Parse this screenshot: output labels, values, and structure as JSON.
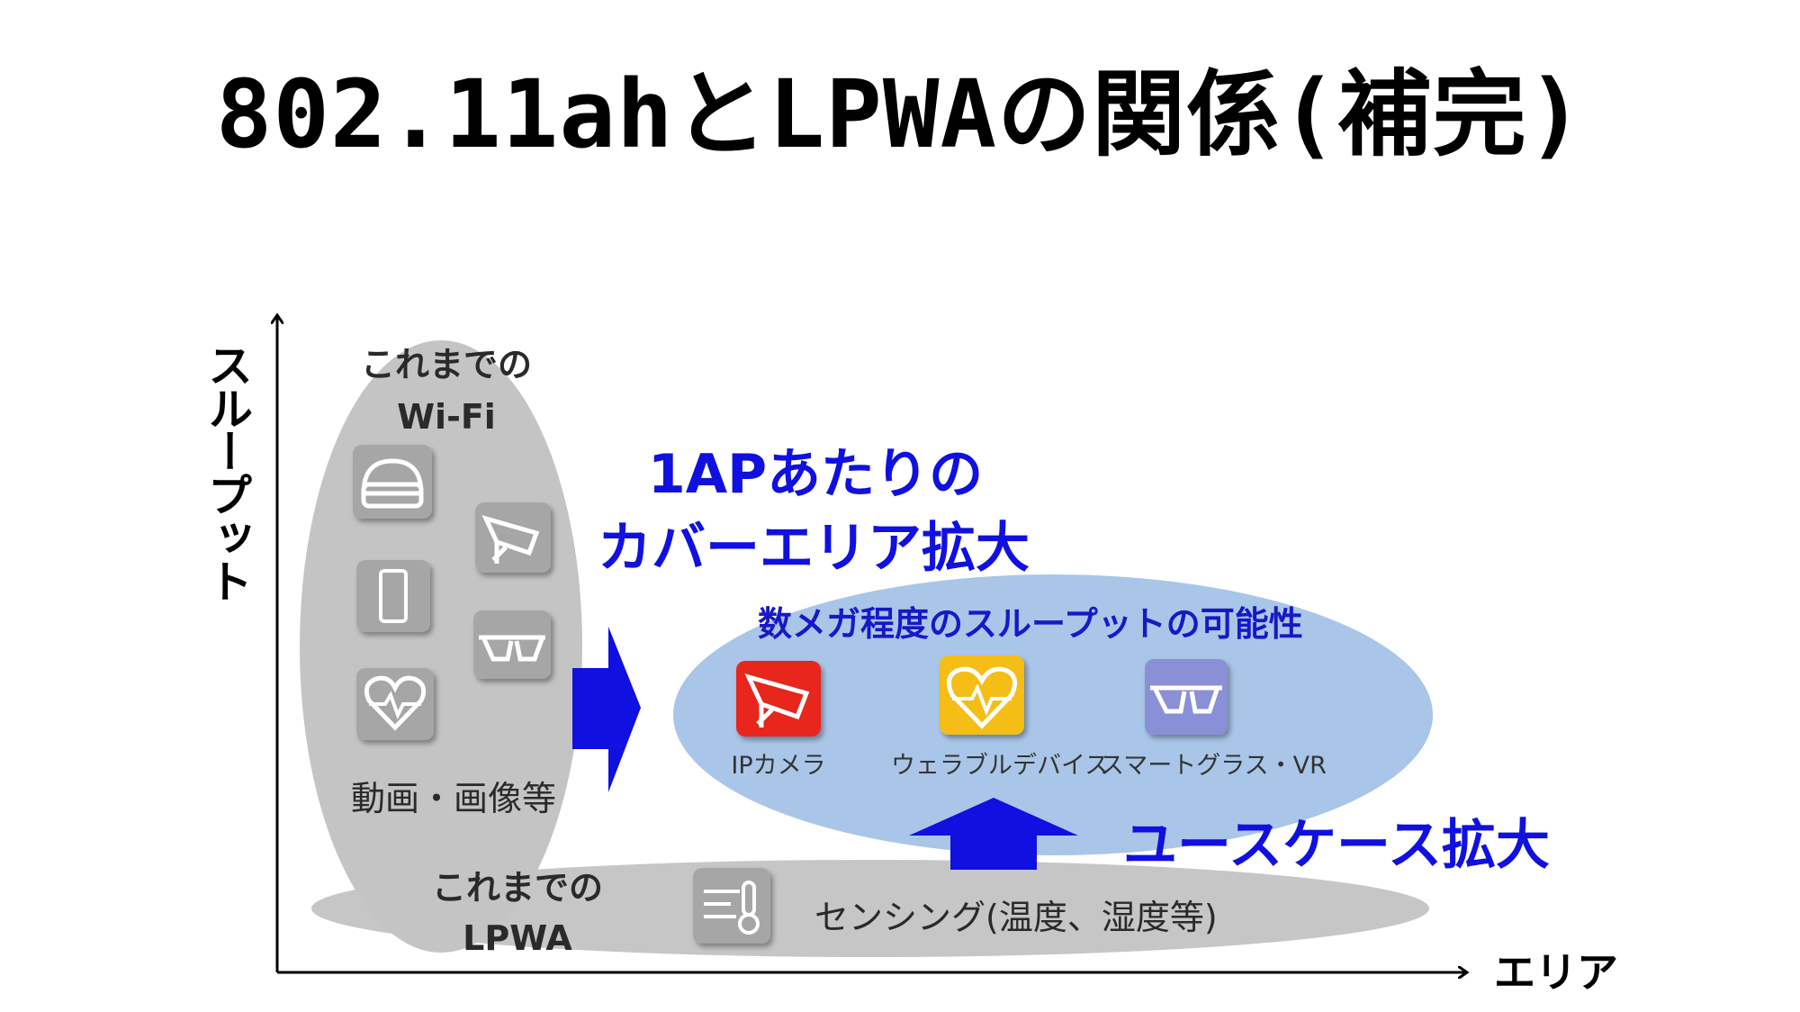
{
  "title": "802.11ahとLPWAの関係(補完)",
  "axes": {
    "y_label": "スループット",
    "x_label": "エリア"
  },
  "wifi": {
    "label_line1": "これまでの",
    "label_line2": "Wi-Fi",
    "caption": "動画・画像等",
    "icons": [
      "vr-headset-icon",
      "security-camera-icon",
      "smartphone-icon",
      "smart-glasses-icon",
      "heart-rate-icon"
    ]
  },
  "lpwa": {
    "label_line1": "これまでの",
    "label_line2": "LPWA",
    "caption": "センシング(温度、湿度等)",
    "icon": "thermometer-sensor-icon"
  },
  "ah": {
    "coverage_line1": "1APあたりの",
    "coverage_line2": "カバーエリア拡大",
    "throughput_note": "数メガ程度のスループットの可能性",
    "usecase": "ユースケース拡大",
    "apps": [
      {
        "label": "IPカメラ",
        "icon": "security-camera-icon",
        "color": "#e8261c"
      },
      {
        "label": "ウェラブルデバイス",
        "icon": "heart-rate-icon",
        "color": "#f5be12"
      },
      {
        "label": "スマートグラス・VR",
        "icon": "smart-glasses-icon",
        "color": "#8a90d6"
      }
    ]
  },
  "colors": {
    "accent_blue": "#1010e0",
    "ellipse_blue": "#a9c6e8",
    "ellipse_gray": "#c4c4c4",
    "icon_gray": "#a6a6a6"
  }
}
